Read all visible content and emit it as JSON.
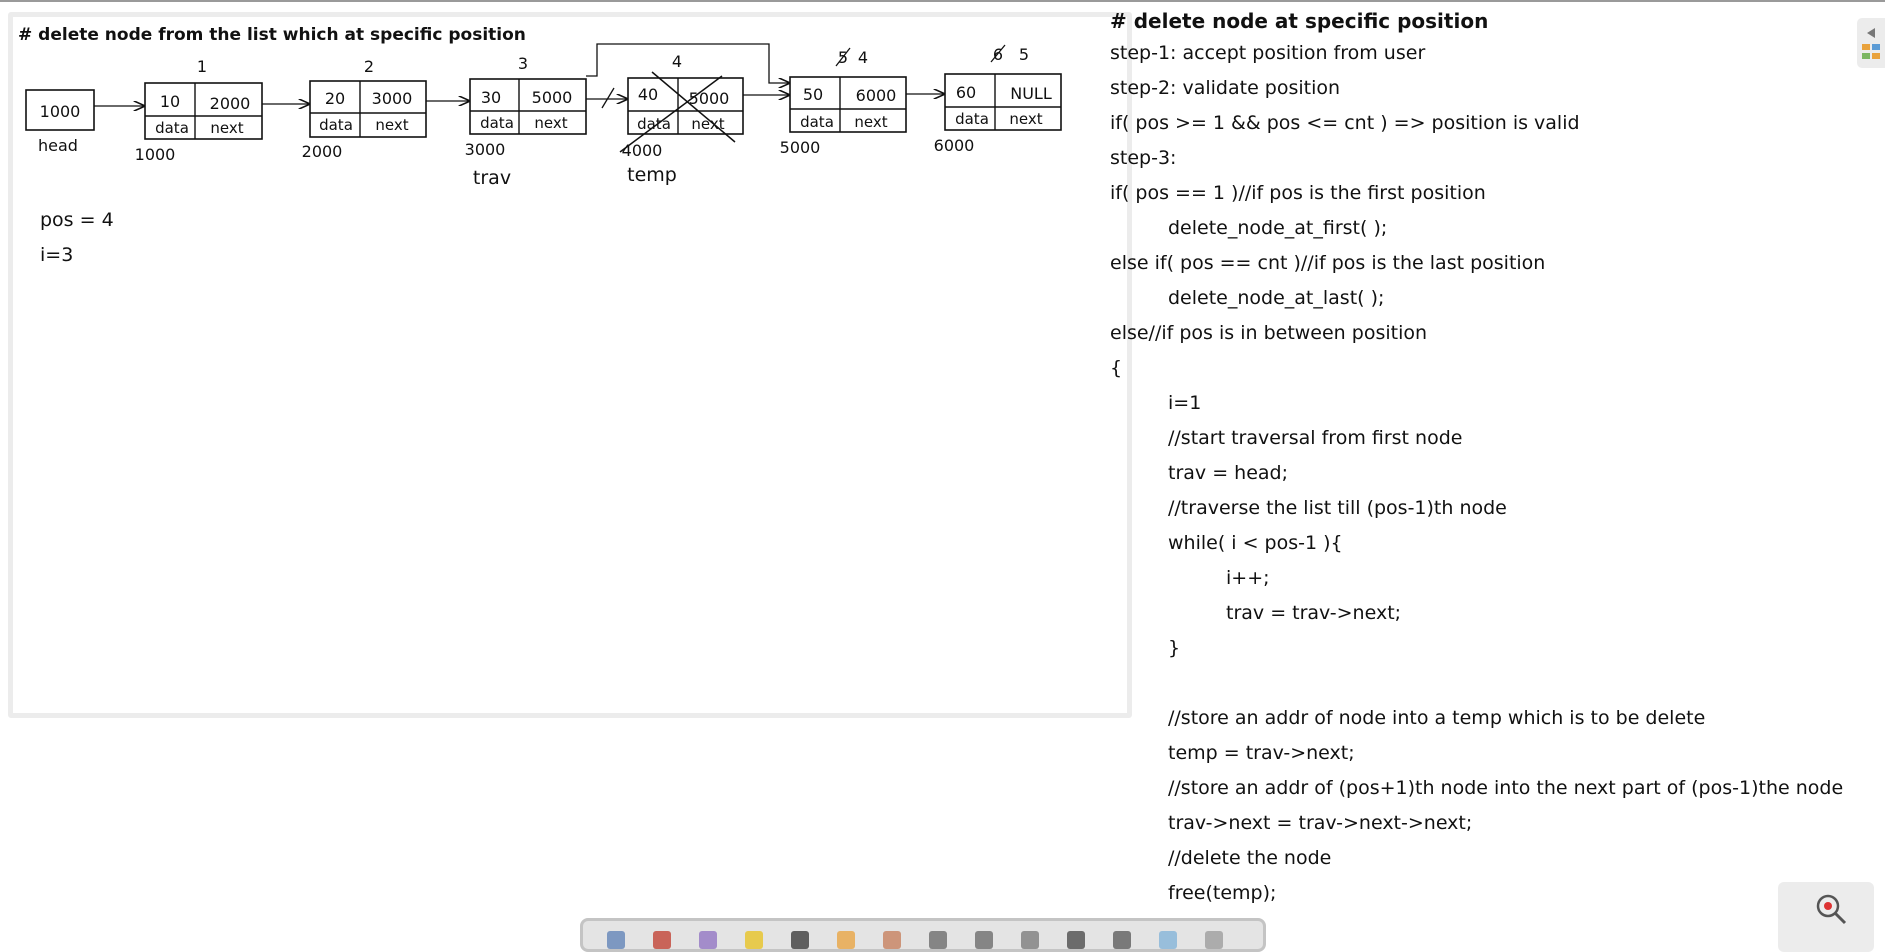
{
  "diagram": {
    "title": "# delete node from the list which at specific position",
    "head": {
      "value": "1000",
      "label": "head"
    },
    "nodes": [
      {
        "index": "1",
        "data": "10",
        "next": "2000",
        "addr": "1000"
      },
      {
        "index": "2",
        "data": "20",
        "next": "3000",
        "addr": "2000"
      },
      {
        "index": "3",
        "data": "30",
        "next": "5000",
        "addr": "3000"
      },
      {
        "index": "4",
        "data": "40",
        "next": "5000",
        "addr": "4000"
      },
      {
        "index": "4",
        "old_index": "5",
        "data": "50",
        "next": "6000",
        "addr": "5000"
      },
      {
        "index": "5",
        "old_index": "6",
        "data": "60",
        "next": "NULL",
        "addr": "6000"
      }
    ],
    "field_labels": {
      "data": "data",
      "next": "next"
    },
    "pointer_labels": {
      "trav": "trav",
      "temp": "temp"
    },
    "vars": {
      "pos": "pos = 4",
      "i": "i=3"
    }
  },
  "notes": {
    "title": "# delete node at specific position",
    "lines": [
      {
        "text": "step-1: accept position from user",
        "indent": 0
      },
      {
        "text": "step-2: validate position",
        "indent": 0
      },
      {
        "text": "if( pos >= 1 && pos <= cnt ) => position is valid",
        "indent": 0
      },
      {
        "text": "step-3:",
        "indent": 0
      },
      {
        "text": "if( pos == 1 )//if pos is the first position",
        "indent": 0
      },
      {
        "text": "delete_node_at_first( );",
        "indent": 1
      },
      {
        "text": "else if( pos == cnt )//if pos is the last position",
        "indent": 0
      },
      {
        "text": "delete_node_at_last( );",
        "indent": 1
      },
      {
        "text": "else//if pos is in between position",
        "indent": 0
      },
      {
        "text": "{",
        "indent": 0
      },
      {
        "text": "i=1",
        "indent": 1
      },
      {
        "text": "//start traversal from first node",
        "indent": 1
      },
      {
        "text": "trav = head;",
        "indent": 1
      },
      {
        "text": "//traverse the list till (pos-1)th node",
        "indent": 1
      },
      {
        "text": "while( i < pos-1 ){",
        "indent": 1
      },
      {
        "text": "i++;",
        "indent": 2
      },
      {
        "text": "trav = trav->next;",
        "indent": 2
      },
      {
        "text": "}",
        "indent": 1
      },
      {
        "text": "",
        "indent": 0
      },
      {
        "text": "//store an addr of node into a temp which is to be delete",
        "indent": 1
      },
      {
        "text": "temp = trav->next;",
        "indent": 1
      },
      {
        "text": "//store an addr of (pos+1)th node into the next part of (pos-1)the node",
        "indent": 1
      },
      {
        "text": "trav->next = trav->next->next;",
        "indent": 1
      },
      {
        "text": "//delete the node",
        "indent": 1
      },
      {
        "text": "free(temp);",
        "indent": 1
      }
    ]
  },
  "toolbar": {
    "tools": [
      "select-icon",
      "pen-icon",
      "eraser-icon",
      "highlighter-icon",
      "pointer-icon",
      "laser-icon",
      "hand-icon",
      "zoom-in-icon",
      "zoom-out-icon",
      "brush-icon",
      "line-icon",
      "text-icon",
      "shape-icon",
      "keyboard-icon"
    ]
  },
  "colors": {
    "ink": "#111111",
    "panel_border": "#ececec",
    "toolbar_bg": "#e4e4e4"
  }
}
